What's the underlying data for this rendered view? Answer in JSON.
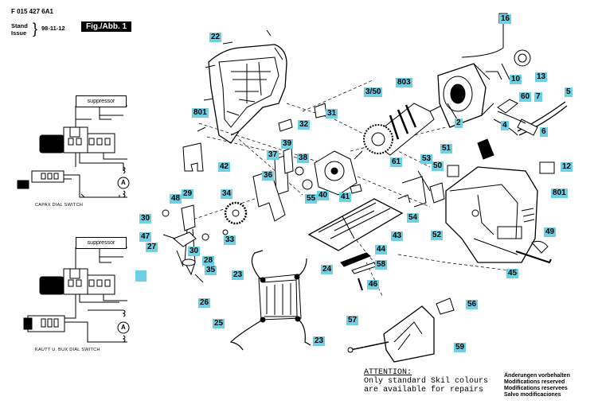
{
  "header": {
    "code": "F 015 427 6A1",
    "stand_line1": "Stand",
    "stand_line2": "Issue",
    "date": "98-11-12",
    "fig_label": "Fig./Abb. 1"
  },
  "wiring": {
    "suppressor_label": "suppressor",
    "switch1_label": "CAPAX DIAL SWITCH",
    "switch2_label": "KAUTT U. BUX DIAL SWITCH",
    "motor_symbol": "A"
  },
  "parts": {
    "p2": "2",
    "p3_50": "3/50",
    "p4": "4",
    "p5": "5",
    "p6": "6",
    "p7": "7",
    "p10": "10",
    "p12": "12",
    "p13": "13",
    "p16": "16",
    "p22": "22",
    "p23a": "23",
    "p23b": "23",
    "p24": "24",
    "p25": "25",
    "p26": "26",
    "p27": "27",
    "p28": "28",
    "p29": "29",
    "p30a": "30",
    "p30b": "30",
    "p31": "31",
    "p32": "32",
    "p33": "33",
    "p34": "34",
    "p35": "35",
    "p36": "36",
    "p37": "37",
    "p38": "38",
    "p39": "39",
    "p40": "40",
    "p41": "41",
    "p42": "42",
    "p43": "43",
    "p44": "44",
    "p45": "45",
    "p46": "46",
    "p47": "47",
    "p48": "48",
    "p49": "49",
    "p50": "50",
    "p51": "51",
    "p52": "52",
    "p53": "53",
    "p54": "54",
    "p55": "55",
    "p56": "56",
    "p57": "57",
    "p58": "58",
    "p59": "59",
    "p60": "60",
    "p61": "61",
    "p801a": "801",
    "p801b": "801",
    "p803": "803"
  },
  "attention": {
    "title": "ATTENTION:",
    "line1": "Only standard Skil colours",
    "line2": "are available for repairs"
  },
  "modifications": {
    "de": "Änderungen vorbehalten",
    "en": "Modifications reserved",
    "fr": "Modifications reservees",
    "es": "Salvo modificaciones"
  }
}
